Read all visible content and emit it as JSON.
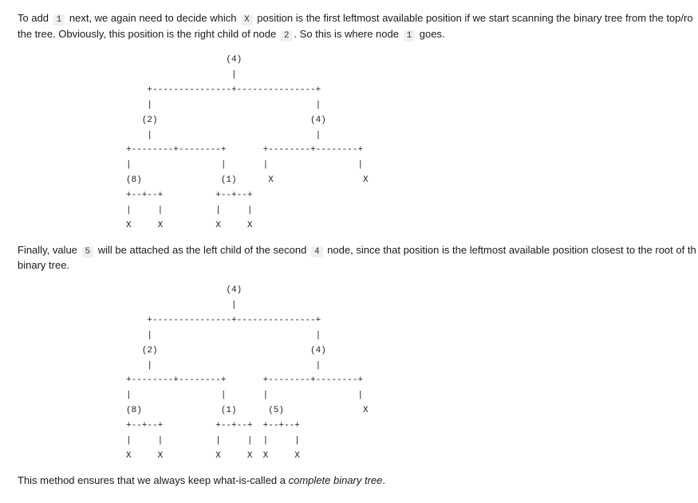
{
  "para1": {
    "line1": {
      "t1": "To add ",
      "c1": "1",
      "t2": " next, we again need to decide which ",
      "c2": "X",
      "t3": " position is the first leftmost available position if we start scanning the binary tree from the top/ro"
    },
    "line2": {
      "t1": "the tree. Obviously, this position is the right child of node ",
      "c1": "2",
      "t2": ". So this is where node ",
      "c2": "1",
      "t3": " goes."
    }
  },
  "tree1": {
    "lines": [
      "                   (4)",
      "                    |",
      "    +---------------+---------------+",
      "    |                               |",
      "   (2)                             (4)",
      "    |                               |",
      "+--------+--------+       +--------+--------+",
      "|                 |       |                 |",
      "(8)               (1)      X                 X",
      "+--+--+          +--+--+",
      "|     |          |     |",
      "X     X          X     X"
    ]
  },
  "para2": {
    "line1": {
      "t1": "Finally, value ",
      "c1": "5",
      "t2": " will be attached as the left child of the second ",
      "c2": "4",
      "t3": " node, since that position is the leftmost available position closest to the root of th"
    },
    "line2": {
      "t1": "binary tree."
    }
  },
  "tree2": {
    "lines": [
      "                   (4)",
      "                    |",
      "    +---------------+---------------+",
      "    |                               |",
      "   (2)                             (4)",
      "    |                               |",
      "+--------+--------+       +--------+--------+",
      "|                 |       |                 |",
      "(8)               (1)      (5)               X",
      "+--+--+          +--+--+  +--+--+",
      "|     |          |     |  |     |",
      "X     X          X     X  X     X"
    ]
  },
  "para3": {
    "t1": "This method ensures that we always keep what-is-called a ",
    "em": "complete binary tree",
    "t2": "."
  }
}
